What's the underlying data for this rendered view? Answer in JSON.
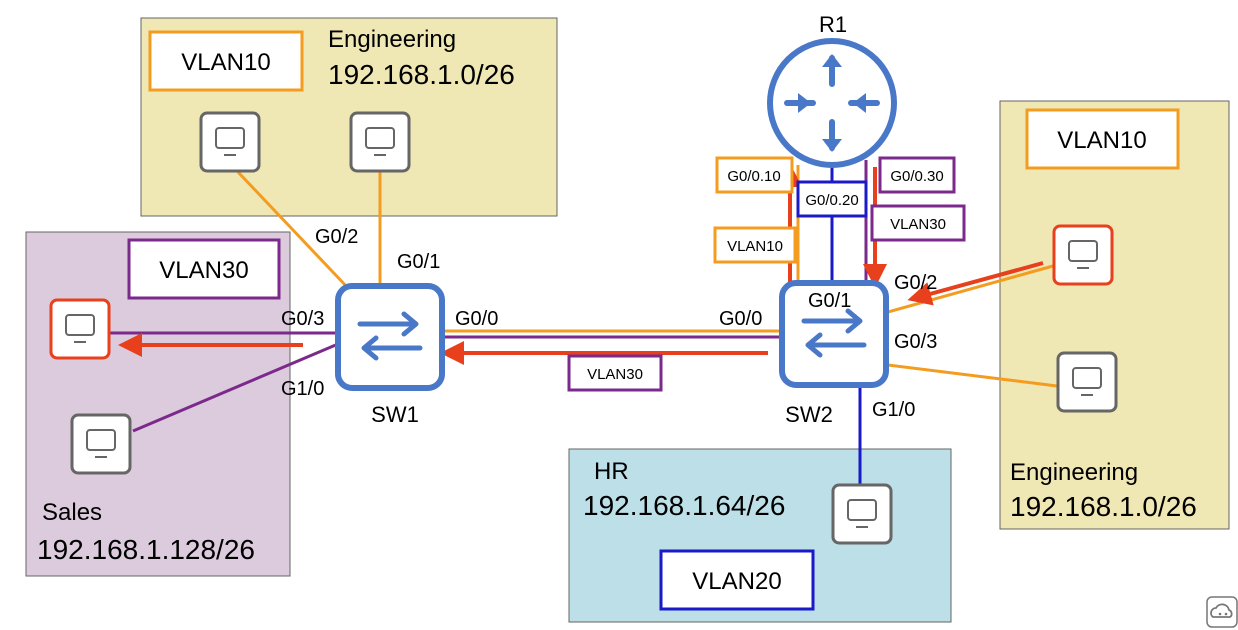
{
  "router": {
    "label": "R1"
  },
  "switches": {
    "sw1": "SW1",
    "sw2": "SW2"
  },
  "zones": {
    "eng_top": {
      "vlan": "VLAN10",
      "name": "Engineering",
      "subnet": "192.168.1.0/26"
    },
    "sales": {
      "vlan": "VLAN30",
      "name": "Sales",
      "subnet": "192.168.1.128/26"
    },
    "hr": {
      "vlan": "VLAN20",
      "name": "HR",
      "subnet": "192.168.1.64/26"
    },
    "eng_right": {
      "vlan": "VLAN10",
      "name": "Engineering",
      "subnet": "192.168.1.0/26"
    }
  },
  "ports": {
    "sw1_g02": "G0/2",
    "sw1_g01": "G0/1",
    "sw1_g03": "G0/3",
    "sw1_g00": "G0/0",
    "sw1_g10": "G1/0",
    "sw2_g00": "G0/0",
    "sw2_g01": "G0/1",
    "sw2_g02": "G0/2",
    "sw2_g03": "G0/3",
    "sw2_g10": "G1/0"
  },
  "subinterfaces": {
    "g0_10": "G0/0.10",
    "g0_20": "G0/0.20",
    "g0_30": "G0/0.30"
  },
  "tags": {
    "vlan10_r1": "VLAN10",
    "vlan30_r1": "VLAN30",
    "vlan30_trunk": "VLAN30"
  },
  "colors": {
    "vlan10": "#f39c1f",
    "vlan20": "#1a1ac8",
    "vlan30": "#7b2a8c",
    "arrow": "#e8401c",
    "device": "#4a78c8",
    "eng_bg": "#efe7b4",
    "sales_bg": "#dccbdc",
    "hr_bg": "#bcdfe8"
  }
}
